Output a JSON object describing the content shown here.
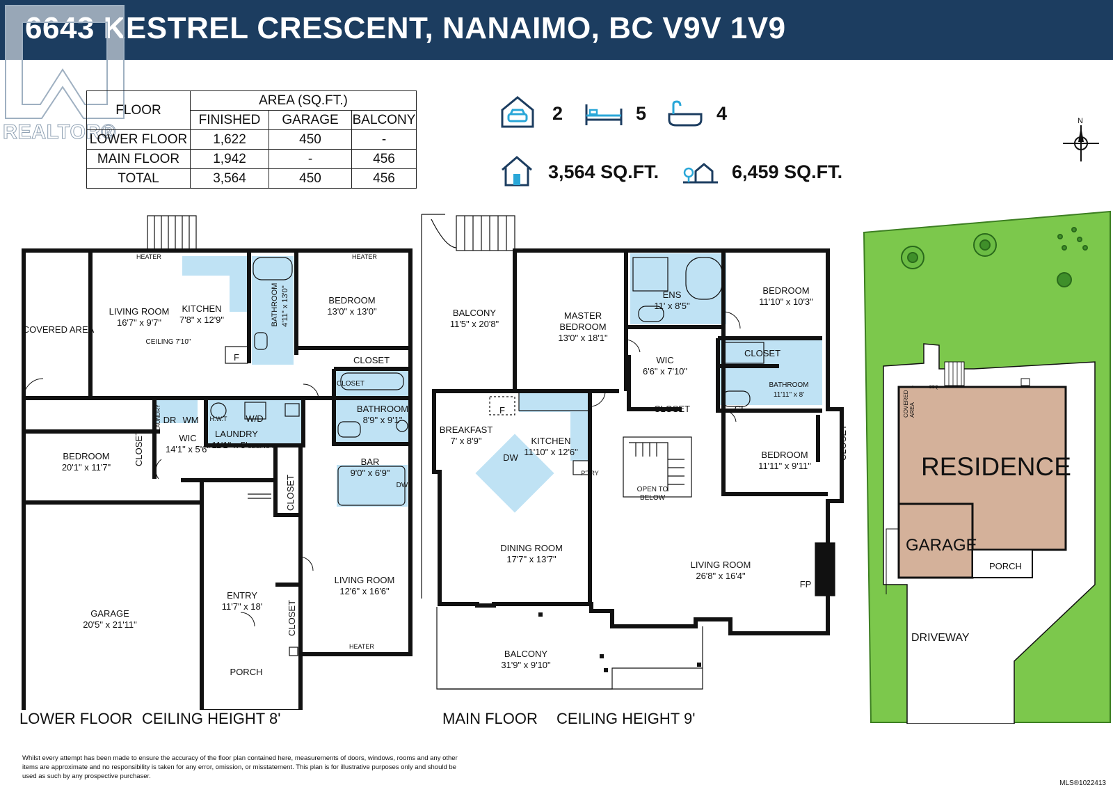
{
  "title": "6643 KESTREL CRESCENT, NANAIMO, BC V9V 1V9",
  "watermark": "REALTOR®",
  "area_table": {
    "floor_header": "FLOOR",
    "area_header": "AREA (SQ.FT.)",
    "columns": [
      "FINISHED",
      "GARAGE",
      "BALCONY"
    ],
    "rows": [
      {
        "floor": "LOWER FLOOR",
        "finished": "1,622",
        "garage": "450",
        "balcony": "-"
      },
      {
        "floor": "MAIN FLOOR",
        "finished": "1,942",
        "garage": "-",
        "balcony": "456"
      },
      {
        "floor": "TOTAL",
        "finished": "3,564",
        "garage": "450",
        "balcony": "456"
      }
    ]
  },
  "stats": {
    "garage_count": "2",
    "bedrooms": "5",
    "bathrooms": "4",
    "house_area": "3,564 SQ.FT.",
    "lot_area": "6,459 SQ.FT."
  },
  "compass": "N",
  "lower_floor": {
    "label": "LOWER FLOOR",
    "ceiling": "CEILING HEIGHT 8'",
    "rooms": {
      "covered_area": "COVERED AREA",
      "living_room": "LIVING ROOM",
      "living_room_dim": "16'7\" x 9'7\"",
      "ceiling_note": "CEILING 7'10\"",
      "kitchen": "KITCHEN",
      "kitchen_dim": "7'8\" x 12'9\"",
      "fridge": "F",
      "bathroom": "BATHROOM",
      "bathroom_dim": "4'11\" x 13'0\"",
      "bedroom1": "BEDROOM",
      "bedroom1_dim": "13'0\" x 13'0\"",
      "closet": "CLOSET",
      "bathroom2": "BATHROOM",
      "bathroom2_dim": "8'9\" x 9'1\"",
      "laundry_tag": "LAUNDRY",
      "dryer": "DR",
      "washer": "WM",
      "hwt": "H.W.T",
      "wd": "W/D",
      "laundry": "LAUNDRY",
      "laundry_dim": "11'1\" x 5'",
      "laundry_ceiling": "CEILING 7'",
      "bedroom2": "BEDROOM",
      "bedroom2_dim": "20'1\" x 11'7\"",
      "wic": "WIC",
      "wic_dim": "14'1\" x 5'6\"",
      "bar": "BAR",
      "bar_dim": "9'0\" x 6'9\"",
      "dw": "DW",
      "garage": "GARAGE",
      "garage_dim": "20'5\" x 21'11\"",
      "entry": "ENTRY",
      "entry_dim": "11'7\" x 18'",
      "living_room2": "LIVING ROOM",
      "living_room2_dim": "12'6\" x 16'6\"",
      "porch": "PORCH",
      "heater": "HEATER"
    }
  },
  "main_floor": {
    "label": "MAIN FLOOR",
    "ceiling": "CEILING HEIGHT 9'",
    "rooms": {
      "balcony_top": "BALCONY",
      "balcony_top_dim": "11'5\" x 20'8\"",
      "master": "MASTER\nBEDROOM",
      "master_dim": "13'0\" x 18'1\"",
      "ens": "ENS",
      "ens_dim": "11' x 8'5\"",
      "wic": "WIC",
      "wic_dim": "6'6\" x 7'10\"",
      "closet": "CLOSET",
      "bedroom1": "BEDROOM",
      "bedroom1_dim": "11'10\" x 10'3\"",
      "bathroom": "BATHROOM",
      "bathroom_dim": "11'11\" x 8'",
      "cl": "CL",
      "bedroom2": "BEDROOM",
      "bedroom2_dim": "11'11\" x 9'11\"",
      "breakfast": "BREAKFAST",
      "breakfast_dim": "7' x 8'9\"",
      "fridge": "F",
      "kitchen": "KITCHEN",
      "kitchen_dim": "11'10\" x 12'6\"",
      "dw": "DW",
      "pantry": "P'TRY",
      "open_below": "OPEN TO\nBELOW",
      "dining": "DINING ROOM",
      "dining_dim": "17'7\" x 13'7\"",
      "living": "LIVING ROOM",
      "living_dim": "26'8\" x 16'4\"",
      "fp": "FP",
      "balcony_bottom": "BALCONY",
      "balcony_bottom_dim": "31'9\" x 9'10\""
    }
  },
  "site_plan": {
    "residence": "RESIDENCE",
    "garage": "GARAGE",
    "porch": "PORCH",
    "driveway": "DRIVEWAY",
    "covered_area": "COVERED\nAREA",
    "bbq": "BBQ"
  },
  "disclaimer": "Whilst every attempt has been made to ensure the accuracy of the floor plan contained here, measurements of doors, windows, rooms and any other items are approximate and no responsibility is taken for any error, omission, or misstatement. This plan is for illustrative purposes only and should be used as such by any prospective purchaser.",
  "mls": "MLS®1022413",
  "colors": {
    "header": "#1c3d60",
    "wet_area": "#bfe2f4",
    "lawn": "#7cc84c",
    "residence": "#d4b19a"
  }
}
